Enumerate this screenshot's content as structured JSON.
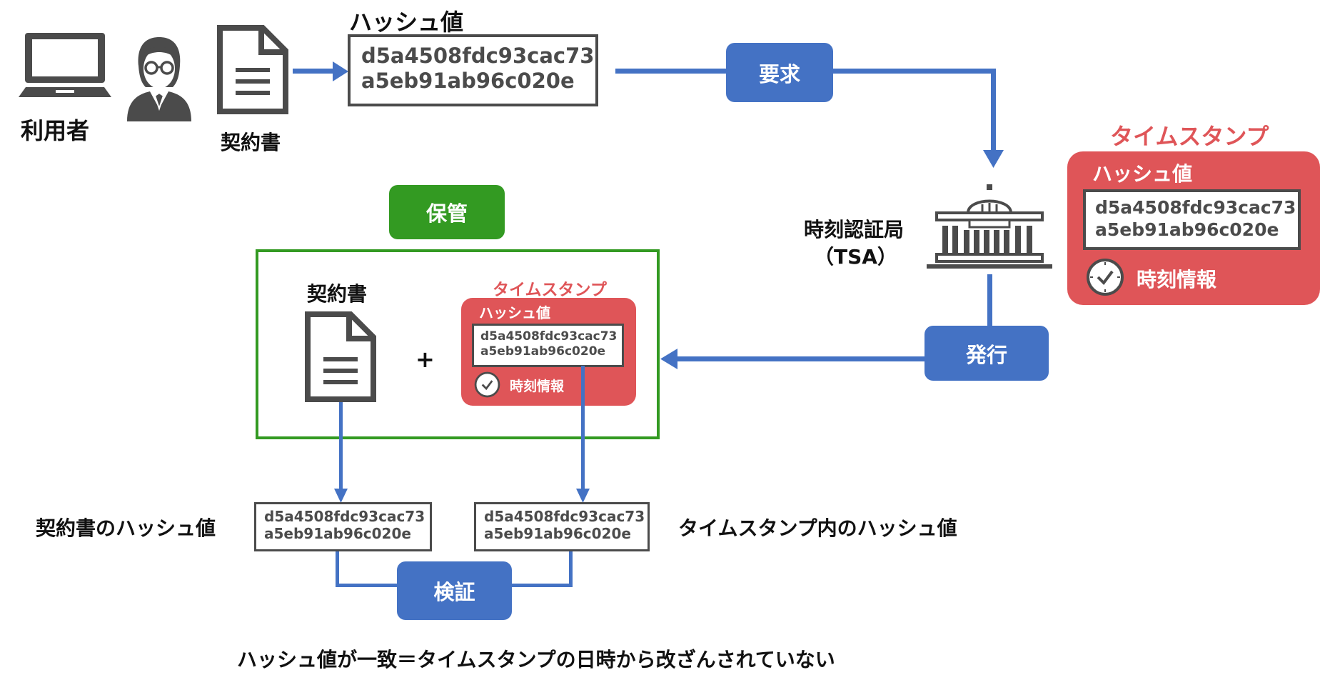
{
  "user": {
    "label": "利用者",
    "icons": [
      "laptop-icon",
      "person-icon"
    ]
  },
  "document": {
    "label": "契約書",
    "icon": "document-icon"
  },
  "hash": {
    "heading": "ハッシュ値",
    "line1": "d5a4508fdc93cac73",
    "line2": "a5eb91ab96c020e"
  },
  "request_button": {
    "label": "要求"
  },
  "tsa": {
    "label": "時刻認証局",
    "sublabel": "（TSA）",
    "icon": "government-building-icon"
  },
  "timestamp": {
    "title": "タイムスタンプ",
    "hash_label": "ハッシュ値",
    "line1": "d5a4508fdc93cac73",
    "line2": "a5eb91ab96c020e",
    "time_label": "時刻情報",
    "icon": "clock-icon"
  },
  "issue_button": {
    "label": "発行"
  },
  "storage": {
    "button_label": "保管",
    "document_label": "契約書",
    "plus": "+",
    "timestamp_title": "タイムスタンプ",
    "hash_label": "ハッシュ値",
    "line1": "d5a4508fdc93cac73",
    "line2": "a5eb91ab96c020e",
    "time_label": "時刻情報"
  },
  "verify": {
    "document_hash_label": "契約書のハッシュ値",
    "timestamp_hash_label": "タイムスタンプ内のハッシュ値",
    "left_line1": "d5a4508fdc93cac73",
    "left_line2": "a5eb91ab96c020e",
    "right_line1": "d5a4508fdc93cac73",
    "right_line2": "a5eb91ab96c020e",
    "button_label": "検証",
    "conclusion": "ハッシュ値が一致＝タイムスタンプの日時から改ざんされていない"
  },
  "colors": {
    "flow_blue": "#4472c4",
    "storage_green": "#339a22",
    "timestamp_red": "#df5558",
    "icon_gray": "#4b4b4b"
  }
}
